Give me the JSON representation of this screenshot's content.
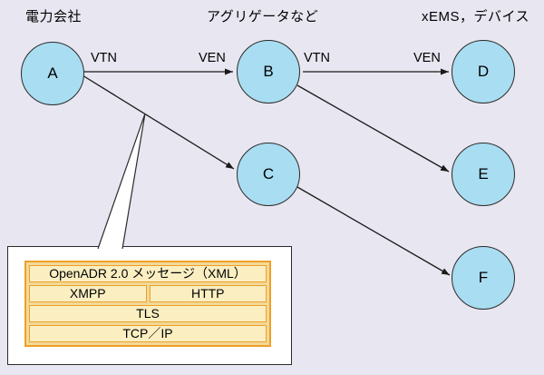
{
  "header": {
    "left": "電力会社",
    "center": "アグリゲータなど",
    "right": "xEMS，デバイス"
  },
  "nodes": {
    "a": "A",
    "b": "B",
    "c": "C",
    "d": "D",
    "e": "E",
    "f": "F"
  },
  "edge_labels": {
    "vtn_ab": "VTN",
    "ven_ab": "VEN",
    "vtn_bd": "VTN",
    "ven_bd": "VEN"
  },
  "protocol_stack": {
    "title": "OpenADR 2.0 メッセージ（XML）",
    "transport_left": "XMPP",
    "transport_right": "HTTP",
    "security": "TLS",
    "network": "TCP／IP"
  },
  "colors": {
    "background": "#e8e6f1",
    "node_fill": "#a9ddf1",
    "node_border": "#2b2b2b",
    "arrow": "#1a1a1a",
    "callout_background": "#ffffff",
    "stack_border": "#ef9f28",
    "stack_cell_fill": "#fbefc2",
    "stack_gap_fill": "#f2d998"
  }
}
